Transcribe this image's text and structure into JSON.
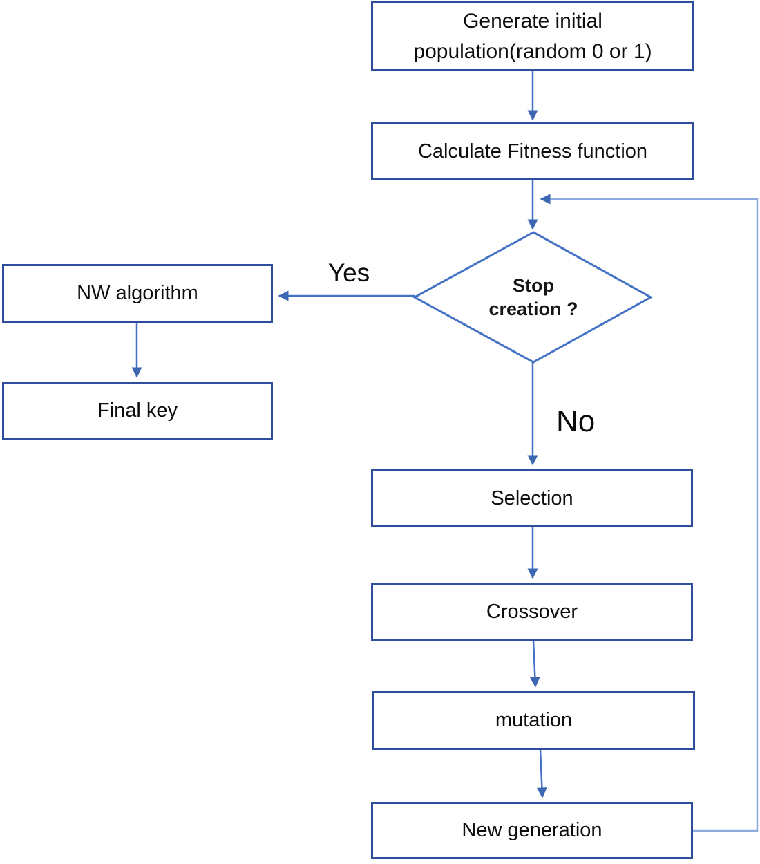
{
  "colors": {
    "box_border": "#2e4d9a",
    "line": "#4472c4",
    "arrowhead": "#3d66b3",
    "feedback_line": "#8ea9dc",
    "label": "#111111"
  },
  "nodes": {
    "generate": {
      "line1": "Generate initial",
      "line2": "population(random 0 or 1)"
    },
    "calculate": {
      "label": "Calculate Fitness function"
    },
    "decision": {
      "line1": "Stop",
      "line2": "creation ?"
    },
    "nw": {
      "label": "NW algorithm"
    },
    "final": {
      "label": "Final key"
    },
    "selection": {
      "label": "Selection"
    },
    "crossover": {
      "label": "Crossover"
    },
    "mutation": {
      "label": "mutation"
    },
    "newgen": {
      "label": "New generation"
    }
  },
  "edges": {
    "yes_label": "Yes",
    "no_label": "No"
  }
}
